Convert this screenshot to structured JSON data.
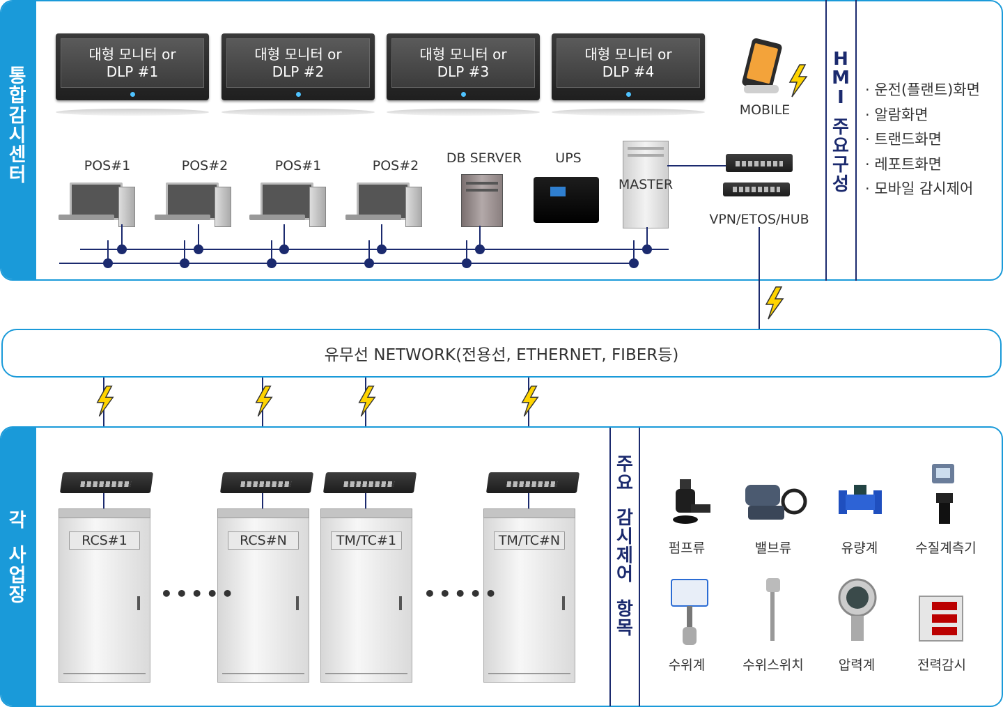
{
  "top_panel": {
    "tab_title": "통합감시센터",
    "monitors": [
      {
        "line1": "대형 모니터 or",
        "line2": "DLP #1"
      },
      {
        "line1": "대형 모니터 or",
        "line2": "DLP #2"
      },
      {
        "line1": "대형 모니터 or",
        "line2": "DLP #3"
      },
      {
        "line1": "대형 모니터 or",
        "line2": "DLP #4"
      }
    ],
    "devices": {
      "pos": [
        "POS#1",
        "POS#2",
        "POS#1",
        "POS#2"
      ],
      "db_server": "DB SERVER",
      "ups": "UPS",
      "master": "MASTER",
      "mobile": "MOBILE",
      "vpn": "VPN/ETOS/HUB"
    },
    "hmi_title": "HMI 주요구성",
    "hmi_items": [
      "· 운전(플랜트)화면",
      "· 알람화면",
      "· 트랜드화면",
      "· 레포트화면",
      "· 모바일 감시제어"
    ]
  },
  "network": {
    "label": "유무선 NETWORK(전용선, ETHERNET, FIBER등)"
  },
  "bottom_panel": {
    "tab_title": "각 사업장",
    "cabinets": [
      "RCS#1",
      "RCS#N",
      "TM/TC#1",
      "TM/TC#N"
    ],
    "ellipsis": "•••••",
    "items_title": "주요 감시제어 항목",
    "equipment": [
      "펌프류",
      "밸브류",
      "유량계",
      "수질계측기",
      "수위계",
      "수위스위치",
      "압력계",
      "전력감시"
    ]
  },
  "colors": {
    "accent": "#1a9ad9",
    "line": "#1b2a6e",
    "bolt": "#ffd400"
  }
}
